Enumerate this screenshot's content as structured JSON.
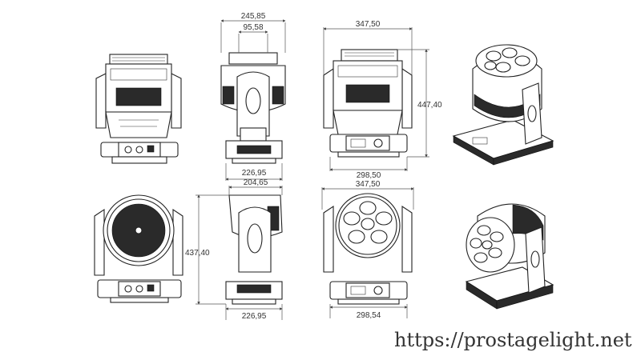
{
  "dimensions": {
    "top_side_overall_width": "245,85",
    "top_side_arm_width": "95,58",
    "top_side_base_width": "226,95",
    "top_rear_width": "347,50",
    "top_rear_height": "447,40",
    "top_rear_base_width": "298,50",
    "bottom_side_overall_width": "204,65",
    "bottom_side_height": "437,40",
    "bottom_side_base_width": "226,95",
    "bottom_front_width": "347,50",
    "bottom_front_base_width": "298,54"
  },
  "watermark": "https://prostagelight.net"
}
